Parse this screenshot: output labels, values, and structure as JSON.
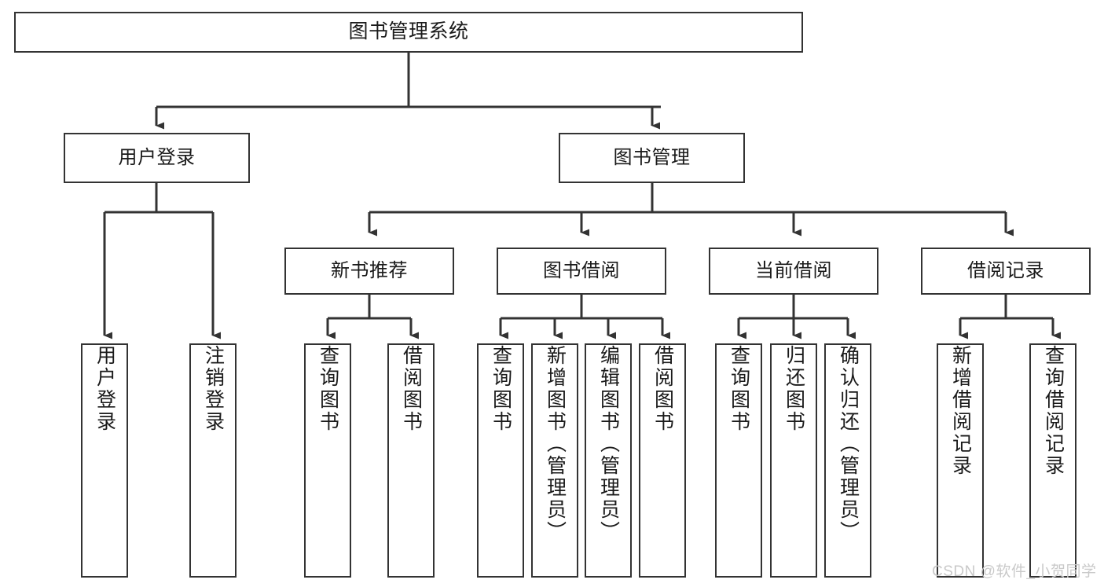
{
  "diagram": {
    "title": "图书管理系统",
    "type": "tree-hierarchy",
    "colors": {
      "stroke": "#333333",
      "fill": "#ffffff",
      "text": "#1a1a1a",
      "watermark": "#c9c9c9"
    },
    "root": {
      "label": "图书管理系统"
    },
    "level2": [
      {
        "label": "用户登录"
      },
      {
        "label": "图书管理"
      }
    ],
    "level3": [
      {
        "label": "新书推荐"
      },
      {
        "label": "图书借阅"
      },
      {
        "label": "当前借阅"
      },
      {
        "label": "借阅记录"
      }
    ],
    "leaves": {
      "user_login": [
        {
          "label": "用户登录"
        },
        {
          "label": "注销登录"
        }
      ],
      "new_book_recommend": [
        {
          "label": "查询图书"
        },
        {
          "label": "借阅图书"
        }
      ],
      "book_borrow": [
        {
          "label": "查询图书"
        },
        {
          "label": "新增图书（管理员）"
        },
        {
          "label": "编辑图书（管理员）"
        },
        {
          "label": "借阅图书"
        }
      ],
      "current_borrow": [
        {
          "label": "查询图书"
        },
        {
          "label": "归还图书"
        },
        {
          "label": "确认归还（管理员）"
        }
      ],
      "borrow_record": [
        {
          "label": "新增借阅记录"
        },
        {
          "label": "查询借阅记录"
        }
      ]
    }
  },
  "watermark": {
    "text": "CSDN @软件_小贺同学"
  }
}
